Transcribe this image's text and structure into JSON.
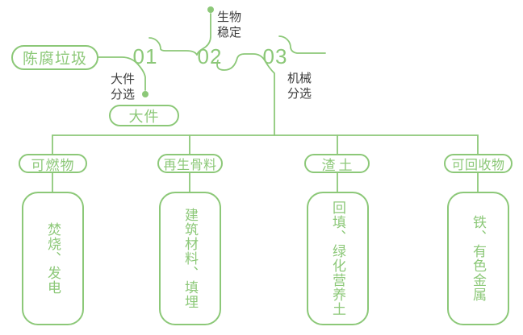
{
  "colors": {
    "green": "#8CC878",
    "label_text": "#3C3C3C",
    "background": "#FFFFFF"
  },
  "source": {
    "label": "陈腐垃圾"
  },
  "steps": [
    {
      "number": "01",
      "label_line1": "大件",
      "label_line2": "分选"
    },
    {
      "number": "02",
      "label_line1": "生物",
      "label_line2": "稳定"
    },
    {
      "number": "03",
      "label_line1": "机械",
      "label_line2": "分选"
    }
  ],
  "bulky": {
    "label": "大件"
  },
  "branches": [
    {
      "category": "可燃物",
      "outcome": "焚烧、发电"
    },
    {
      "category": "再生骨料",
      "outcome": "建筑材料、填埋"
    },
    {
      "category": "渣土",
      "outcome": "回填、绿化营养土"
    },
    {
      "category": "可回收物",
      "outcome": "铁、有色金属"
    }
  ]
}
